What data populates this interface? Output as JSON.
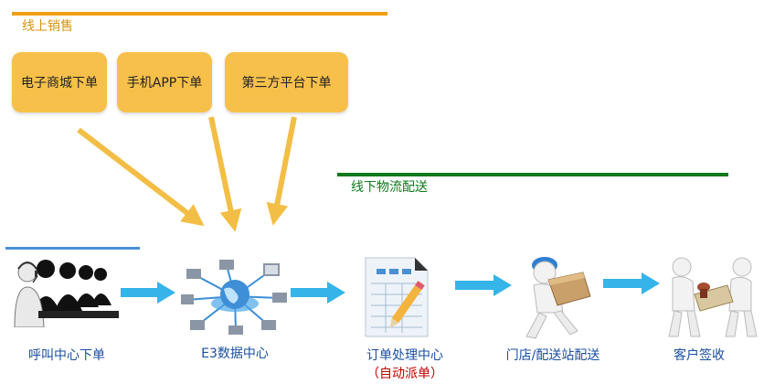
{
  "colors": {
    "online": "#f2a014",
    "box_fill": "#f7c04a",
    "logistics": "#0f7a1c",
    "call_line": "#4a90d9",
    "flow_arrow": "#35b4ea",
    "down_arrow": "#f3be45",
    "node_text": "#1a4fa0",
    "auto_dispatch": "#c00000"
  },
  "online": {
    "label": "线上销售",
    "channels": [
      {
        "label": "电子商城下单"
      },
      {
        "label": "手机APP下单"
      },
      {
        "label": "第三方平台下单"
      }
    ]
  },
  "logistics": {
    "label": "线下物流配送"
  },
  "flow": {
    "nodes": [
      {
        "label": "呼叫中心下单",
        "icon": "call-center-icon"
      },
      {
        "label": "E3数据中心",
        "icon": "network-hub-icon"
      },
      {
        "label": "订单处理中心",
        "sublabel": "（自动派单）",
        "icon": "order-form-icon"
      },
      {
        "label": "门店/配送站配送",
        "icon": "delivery-person-icon"
      },
      {
        "label": "客户签收",
        "icon": "sign-receipt-icon"
      }
    ]
  }
}
